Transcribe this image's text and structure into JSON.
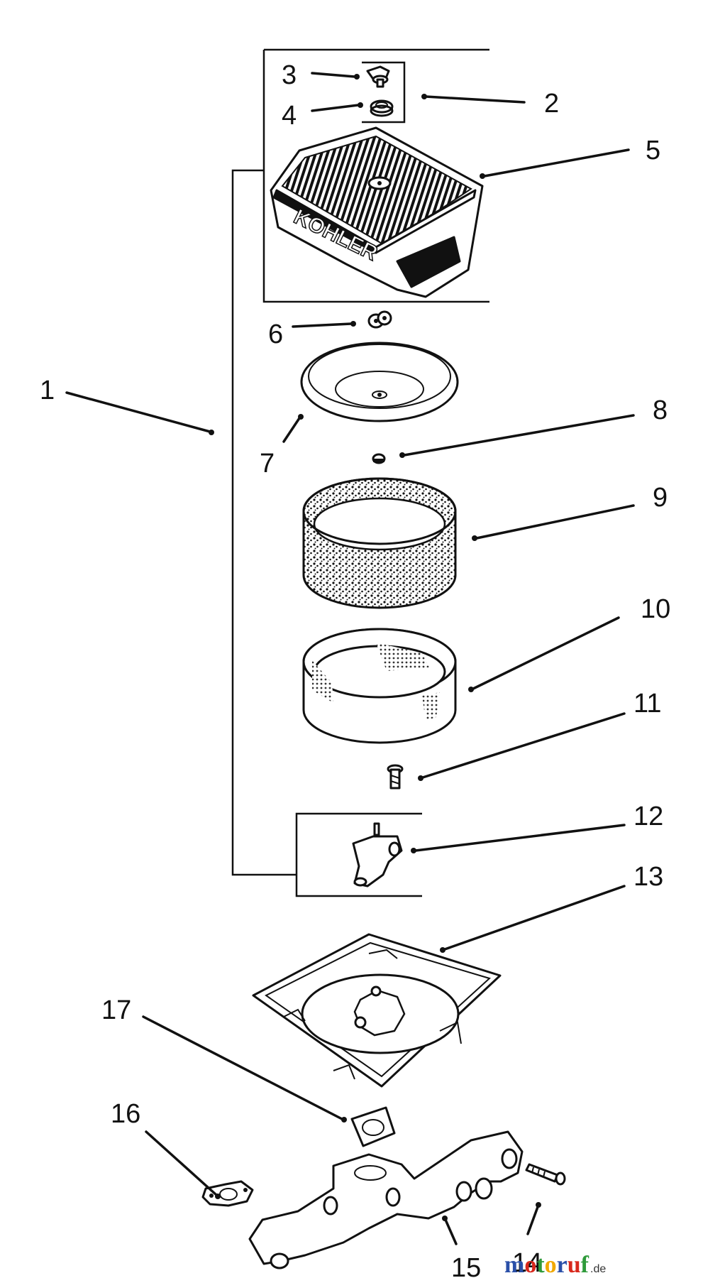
{
  "callouts": {
    "c1": "1",
    "c2": "2",
    "c3": "3",
    "c4": "4",
    "c5": "5",
    "c6": "6",
    "c7": "7",
    "c8": "8",
    "c9": "9",
    "c10": "10",
    "c11": "11",
    "c12": "12",
    "c13": "13",
    "c14": "14",
    "c15": "15",
    "c16": "16",
    "c17": "17"
  },
  "cover_logo": "KOHLER",
  "watermark": {
    "letters": [
      "m",
      "o",
      "t",
      "o",
      "r",
      "u",
      "f"
    ],
    "letter_colors": [
      "#2a4fa8",
      "#d8281c",
      "#2e9a3a",
      "#f0a800",
      "#2a4fa8",
      "#d8281c",
      "#2e9a3a"
    ],
    "suffix": ".de"
  }
}
